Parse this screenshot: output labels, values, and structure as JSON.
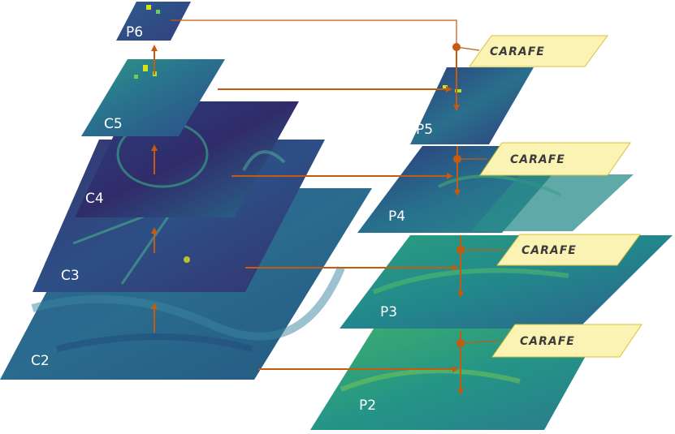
{
  "left_pyramid": {
    "p6": "P6",
    "c5": "C5",
    "c4": "C4",
    "c3": "C3",
    "c2": "C2"
  },
  "right_pyramid": {
    "p5": "P5",
    "p4": "P4",
    "p3": "P3",
    "p2": "P2"
  },
  "modules": [
    "CARAFE",
    "CARAFE",
    "CARAFE",
    "CARAFE"
  ],
  "colors": {
    "arrow": "#c55a11",
    "module_fill": "#faf3b3",
    "module_border": "#d9c13b",
    "map_dark": "#2b2a6b",
    "map_mid": "#2c6f8e",
    "map_teal": "#21918c",
    "map_green": "#3aa674",
    "map_yellow": "#d7e219"
  }
}
